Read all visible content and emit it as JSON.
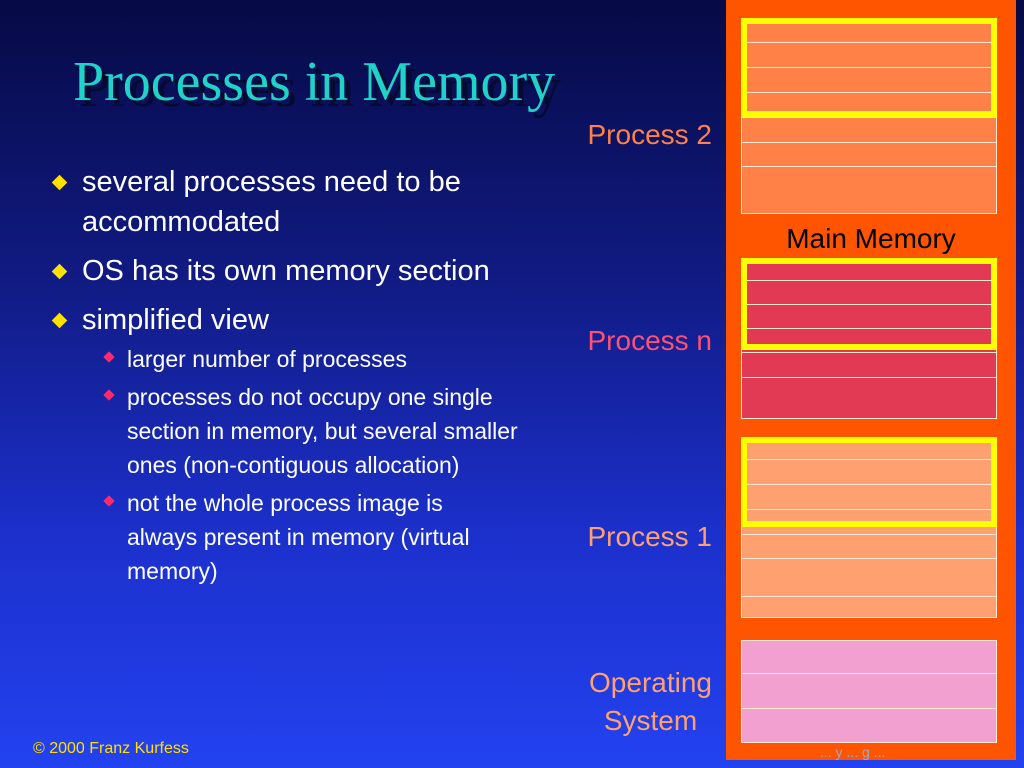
{
  "title": "Processes in Memory",
  "bullets": [
    {
      "text": "several processes need to be accommodated"
    },
    {
      "text": "OS has its own memory section"
    },
    {
      "text": "simplified view",
      "sub": [
        "larger number of processes",
        "processes do not occupy one single section in memory, but several smaller ones (non-contiguous allocation)",
        "not the whole process image is always present in memory (virtual memory)"
      ]
    }
  ],
  "labels": {
    "process2": "Process 2",
    "processn": "Process n",
    "process1": "Process 1",
    "os_line1": "Operating",
    "os_line2": "System",
    "main_memory": "Main Memory"
  },
  "colors": {
    "process2": "#ff8148",
    "processn": "#e23a55",
    "process1": "#ffa070",
    "os": "#f2a0d0",
    "memory_bg": "#ff5500",
    "frame": "#ffff00",
    "bullet_main": "#ffe000",
    "bullet_sub": "#ff2a6b"
  },
  "footer": {
    "copyright": "© 2000 Franz Kurfess",
    "right": "... y ... g ..."
  }
}
